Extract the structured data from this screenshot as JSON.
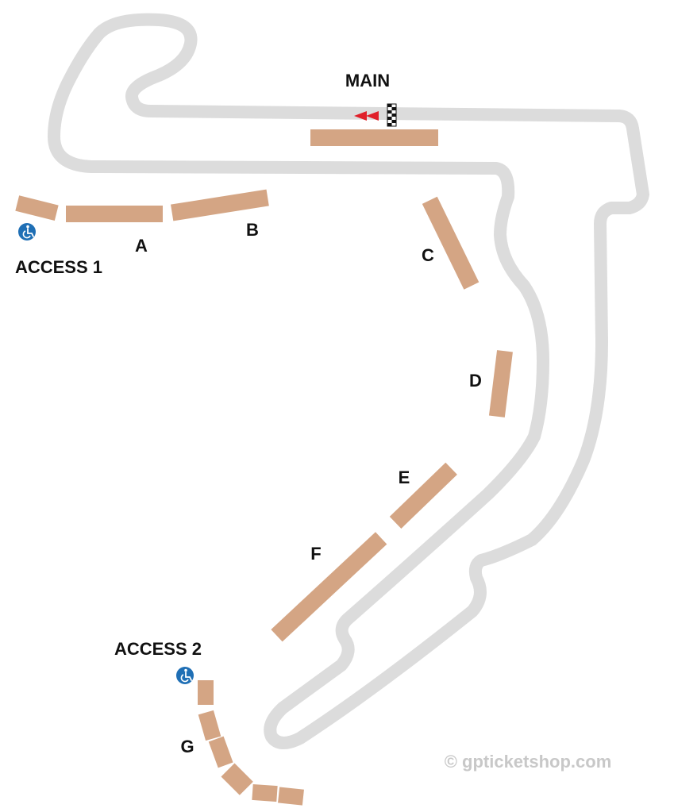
{
  "map": {
    "labels": {
      "main": "MAIN",
      "a": "A",
      "b": "B",
      "c": "C",
      "d": "D",
      "e": "E",
      "f": "F",
      "g": "G",
      "access_1": "ACCESS 1",
      "access_2": "ACCESS 2"
    },
    "copyright": "© gpticketshop.com",
    "colors": {
      "track": "#dcdcdc",
      "grandstand": "#d4a584",
      "direction_arrow": "#e0202a",
      "accessibility_badge": "#1f6fb5",
      "label_text": "#111111",
      "copyright_text": "#c8c8c8"
    },
    "icons": [
      "wheelchair-accessibility-icon",
      "start-finish-checkered-flag-icon",
      "race-direction-arrow-icon"
    ]
  }
}
